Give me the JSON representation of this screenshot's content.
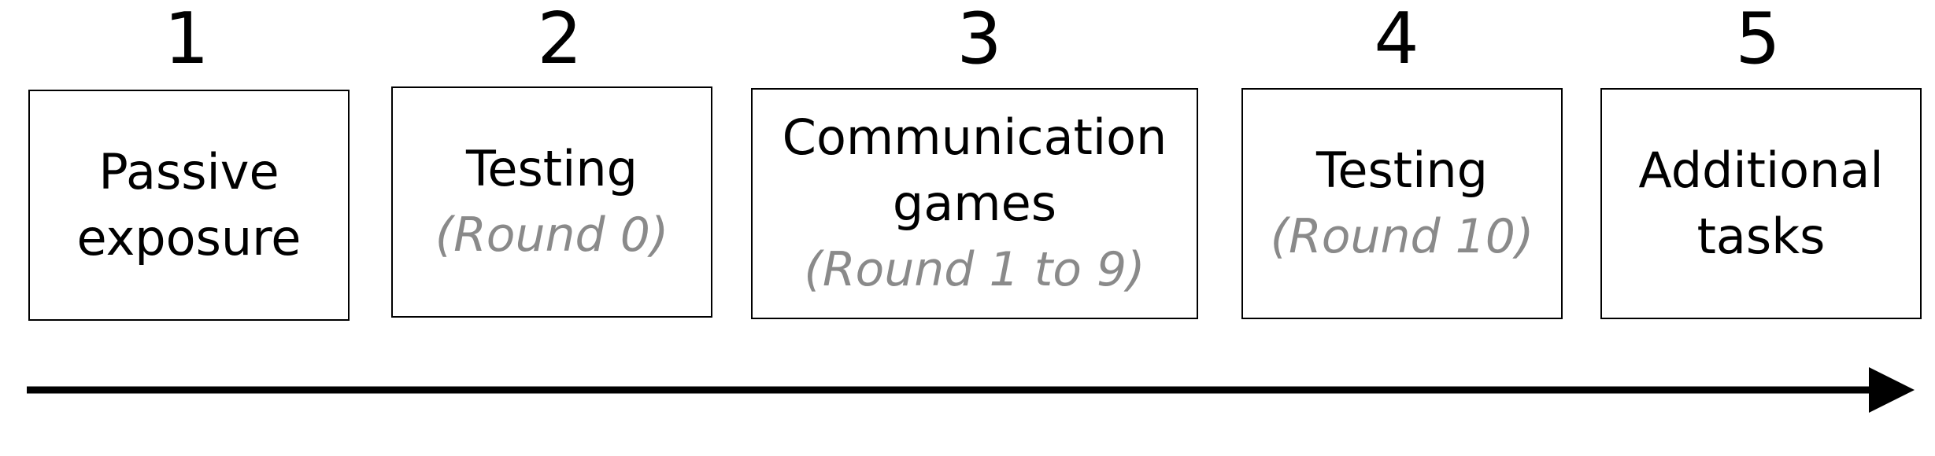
{
  "colors": {
    "box_border": "#000000",
    "title_text": "#000000",
    "subtitle_text": "#8a8a8a",
    "arrow": "#000000"
  },
  "steps": [
    {
      "number": "1",
      "title_lines": [
        "Passive",
        "exposure"
      ],
      "subtitle": ""
    },
    {
      "number": "2",
      "title_lines": [
        "Testing"
      ],
      "subtitle": "(Round 0)"
    },
    {
      "number": "3",
      "title_lines": [
        "Communication",
        "games"
      ],
      "subtitle": "(Round 1 to 9)"
    },
    {
      "number": "4",
      "title_lines": [
        "Testing"
      ],
      "subtitle": "(Round 10)"
    },
    {
      "number": "5",
      "title_lines": [
        "Additional",
        "tasks"
      ],
      "subtitle": ""
    }
  ]
}
